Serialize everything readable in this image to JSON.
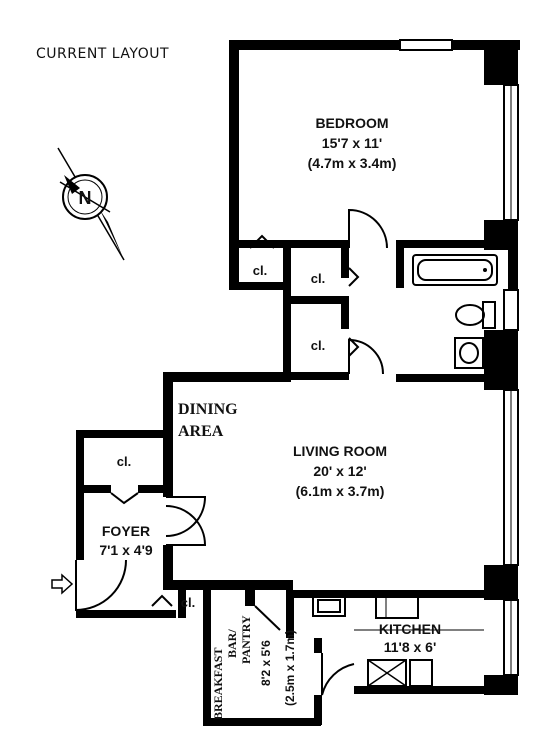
{
  "title": "CURRENT LAYOUT",
  "rooms": {
    "bedroom": {
      "name": "BEDROOM",
      "dim_ft": "15'7 x 11'",
      "dim_m": "(4.7m x 3.4m)"
    },
    "living": {
      "name": "LIVING ROOM",
      "dim_ft": "20' x 12'",
      "dim_m": "(6.1m x 3.7m)"
    },
    "dining": {
      "line1": "DINING",
      "line2": "AREA"
    },
    "foyer": {
      "name": "FOYER",
      "dim_ft": "7'1 x 4'9"
    },
    "kitchen": {
      "name": "KITCHEN",
      "dim_ft": "11'8 x 6'"
    },
    "pantry": {
      "line1": "BREAKFAST",
      "line2": "BAR/",
      "line3": "PANTRY",
      "dim_ft": "8'2 x 5'6",
      "dim_m": "(2.5m x 1.7m)"
    }
  },
  "closets": {
    "bedroom": "cl.",
    "hall_upper": "cl.",
    "hall_lower": "cl.",
    "foyer_upper": "cl.",
    "foyer_lower": "cl."
  },
  "compass": {
    "letter": "N"
  },
  "colors": {
    "wall": "#000000",
    "background": "#ffffff"
  }
}
